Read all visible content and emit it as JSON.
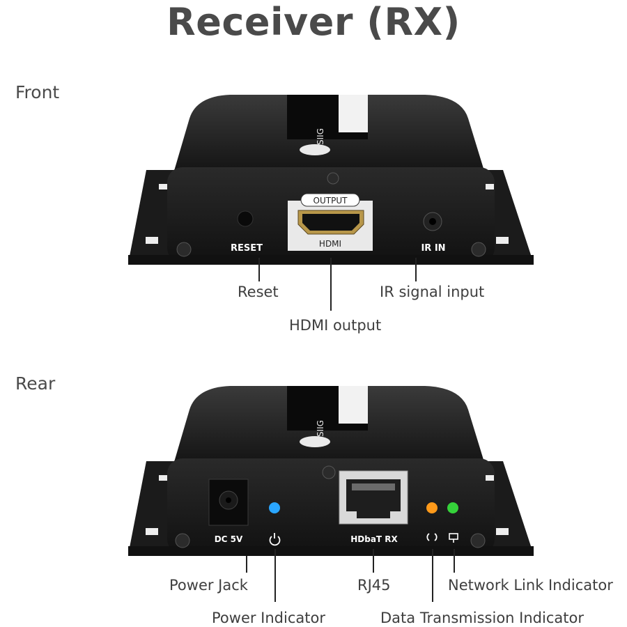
{
  "title": "Receiver (RX)",
  "front": {
    "heading": "Front",
    "device_labels": {
      "reset": "RESET",
      "hdmi_top": "OUTPUT",
      "hdmi_bottom": "HDMI",
      "ir": "IR IN",
      "brand": "SIIG"
    },
    "callouts": {
      "reset": "Reset",
      "hdmi": "HDMI output",
      "ir": "IR signal input"
    }
  },
  "rear": {
    "heading": "Rear",
    "device_labels": {
      "dc": "DC 5V",
      "hdbt": "HDbaT RX",
      "brand": "SIIG"
    },
    "callouts": {
      "power_jack": "Power Jack",
      "power_indicator": "Power Indicator",
      "rj45": "RJ45",
      "network_link": "Network Link Indicator",
      "data_transmission": "Data Transmission Indicator"
    },
    "led_colors": {
      "power": "#2aa6ff",
      "data": "#ff9a1a",
      "link": "#35d23a"
    }
  }
}
